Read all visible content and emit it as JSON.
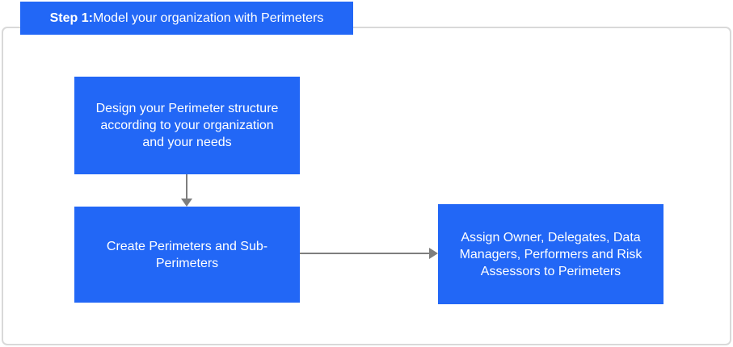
{
  "header": {
    "step_label": "Step 1:",
    "title": "Model your organization with Perimeters"
  },
  "flowchart": {
    "boxes": [
      {
        "name": "design-perimeter-structure",
        "text": "Design your Perimeter structure according to your organization and your needs"
      },
      {
        "name": "create-perimeters",
        "text": "Create Perimeters and Sub-Perimeters"
      },
      {
        "name": "assign-roles",
        "text": "Assign Owner, Delegates, Data Managers, Performers and Risk Assessors to Perimeters"
      }
    ],
    "connectors": [
      {
        "from": "design-perimeter-structure",
        "to": "create-perimeters",
        "direction": "down"
      },
      {
        "from": "create-perimeters",
        "to": "assign-roles",
        "direction": "right"
      }
    ]
  },
  "colors": {
    "box_blue": "#2267f6",
    "box_text": "#ffffff",
    "arrow_gray": "#7e7e7e",
    "panel_border": "#d9d9d9"
  }
}
